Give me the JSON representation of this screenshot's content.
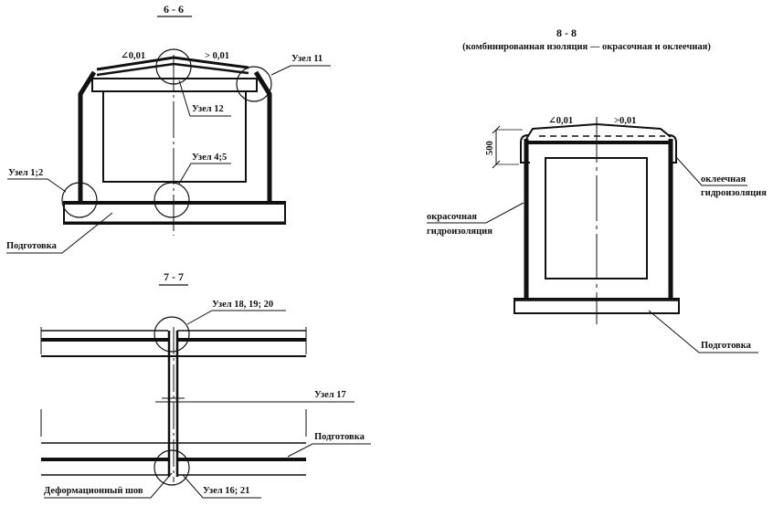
{
  "section_6": {
    "title": "6 - 6",
    "slope_left": "∠0,01",
    "slope_right": "> 0,01",
    "node_11": "Узел 11",
    "node_12": "Узел 12",
    "node_4_5": "Узел 4;5",
    "node_1_2": "Узел 1;2",
    "base": "Подготовка"
  },
  "section_8": {
    "title": "8 - 8",
    "subtitle": "(комбинированная изоляция — окрасочная и оклеечная)",
    "slope_left": "∠0,01",
    "slope_right": ">0,01",
    "dimension": "500",
    "glued_line1": "оклеечная",
    "glued_line2": "гидроизоляция",
    "painted_line1": "окрасочная",
    "painted_line2": "гидроизоляция",
    "base": "Подготовка"
  },
  "section_7": {
    "title": "7 - 7",
    "node_18_20": "Узел 18, 19; 20",
    "node_17": "Узел 17",
    "base": "Подготовка",
    "joint": "Деформационный шов",
    "node_16_21": "Узел 16; 21"
  }
}
